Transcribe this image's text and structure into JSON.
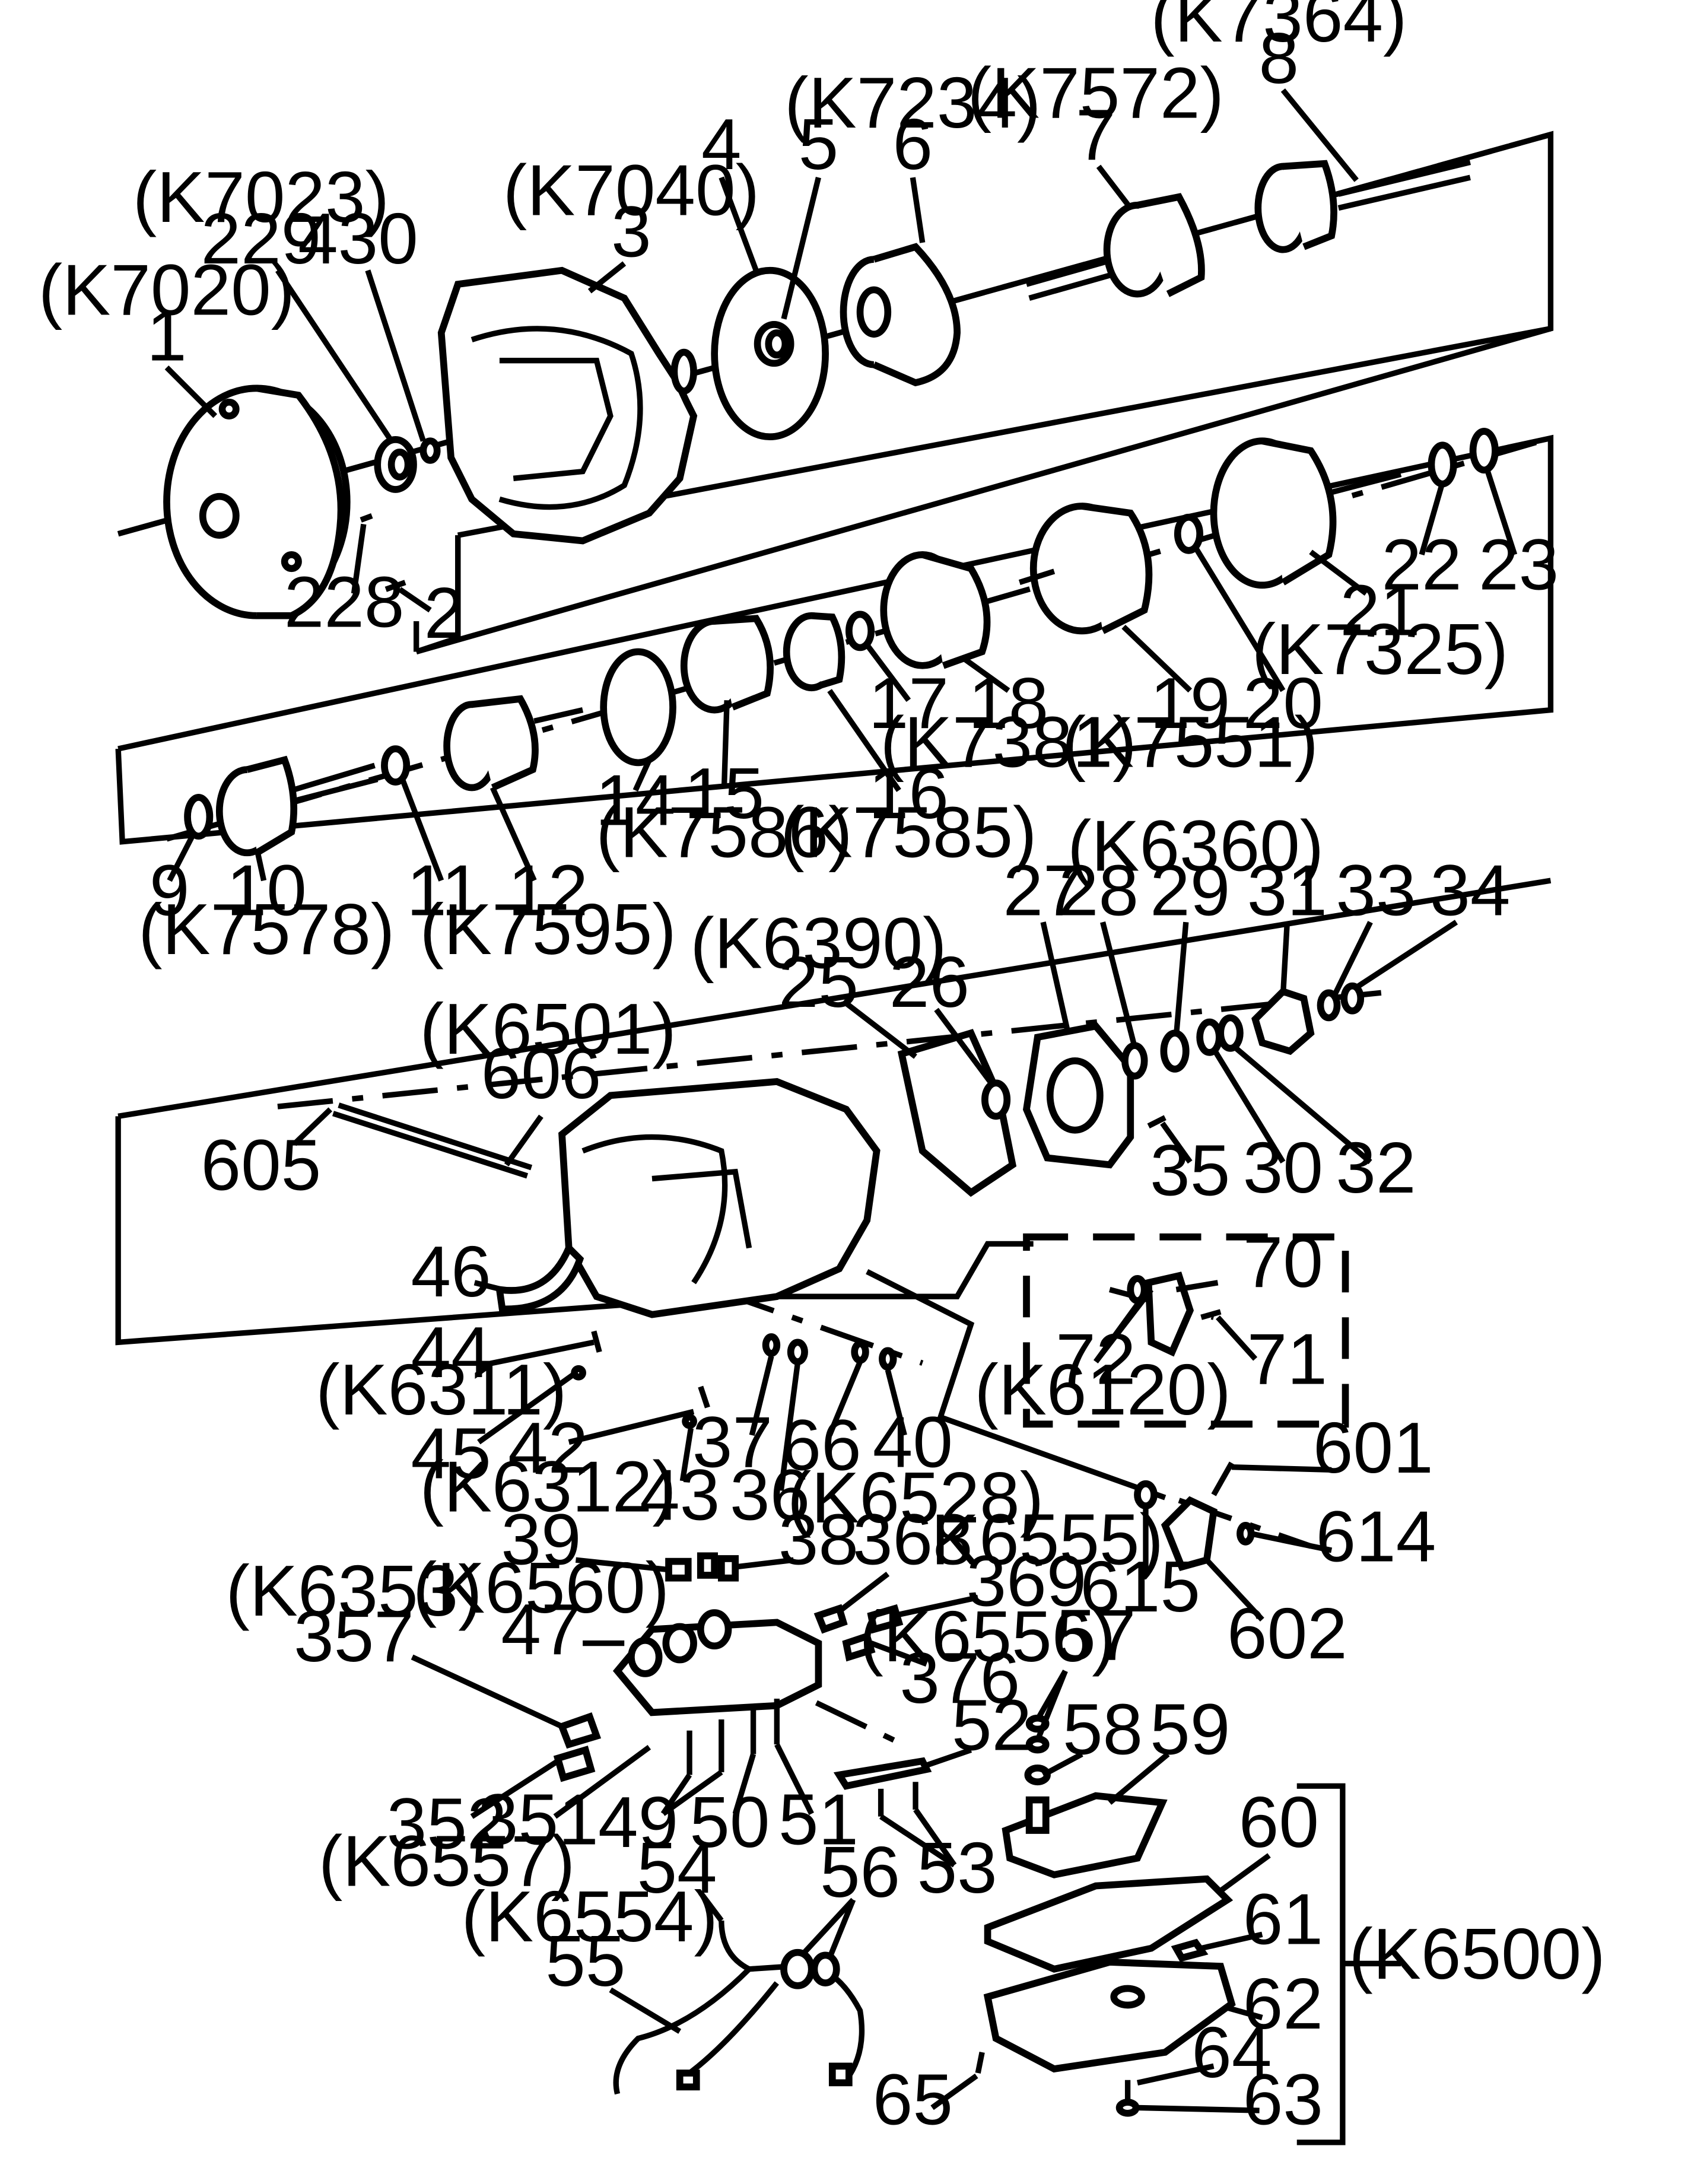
{
  "diagram": {
    "callouts": [
      {
        "id": "1",
        "code": "(K7020)"
      },
      {
        "id": "229",
        "code": "(K7023)"
      },
      {
        "id": "430",
        "code": ""
      },
      {
        "id": "3",
        "code": "(K7040)"
      },
      {
        "id": "4",
        "code": ""
      },
      {
        "id": "5",
        "code": ""
      },
      {
        "id": "6",
        "code": "(K7234)"
      },
      {
        "id": "7",
        "code": "(K7572)"
      },
      {
        "id": "8",
        "code": "(K7364)"
      },
      {
        "id": "228",
        "code": ""
      },
      {
        "id": "2",
        "code": ""
      },
      {
        "id": "9",
        "code": ""
      },
      {
        "id": "10",
        "code": "(K7578)"
      },
      {
        "id": "11",
        "code": ""
      },
      {
        "id": "12",
        "code": "(K7595)"
      },
      {
        "id": "14",
        "code": ""
      },
      {
        "id": "15",
        "code": "(K7586)"
      },
      {
        "id": "16",
        "code": "(K7585)"
      },
      {
        "id": "17",
        "code": ""
      },
      {
        "id": "18",
        "code": "(K7381)"
      },
      {
        "id": "19",
        "code": "(K7551)"
      },
      {
        "id": "20",
        "code": ""
      },
      {
        "id": "21",
        "code": "(K7325)"
      },
      {
        "id": "22",
        "code": ""
      },
      {
        "id": "23",
        "code": ""
      },
      {
        "id": "25",
        "code": "(K6390)"
      },
      {
        "id": "26",
        "code": ""
      },
      {
        "id": "27",
        "code": ""
      },
      {
        "id": "28",
        "code": ""
      },
      {
        "id": "29",
        "code": "(K6360)"
      },
      {
        "id": "31",
        "code": ""
      },
      {
        "id": "33",
        "code": ""
      },
      {
        "id": "34",
        "code": ""
      },
      {
        "id": "30",
        "code": ""
      },
      {
        "id": "32",
        "code": ""
      },
      {
        "id": "35",
        "code": ""
      },
      {
        "id": "606",
        "code": "(K6501)"
      },
      {
        "id": "605",
        "code": ""
      },
      {
        "id": "46",
        "code": ""
      },
      {
        "id": "44",
        "code": "(K6311)"
      },
      {
        "id": "45",
        "code": ""
      },
      {
        "id": "42",
        "code": "(K6312)"
      },
      {
        "id": "43",
        "code": ""
      },
      {
        "id": "37",
        "code": ""
      },
      {
        "id": "36",
        "code": ""
      },
      {
        "id": "66",
        "code": ""
      },
      {
        "id": "40",
        "code": ""
      },
      {
        "id": "70",
        "code": ""
      },
      {
        "id": "71",
        "code": ""
      },
      {
        "id": "72",
        "code": "(K6120)"
      },
      {
        "id": "601",
        "code": ""
      },
      {
        "id": "614",
        "code": ""
      },
      {
        "id": "615",
        "code": ""
      },
      {
        "id": "602",
        "code": ""
      },
      {
        "id": "39",
        "code": ""
      },
      {
        "id": "38",
        "code": ""
      },
      {
        "id": "368",
        "code": "(K6528)"
      },
      {
        "id": "369",
        "code": "K6555)"
      },
      {
        "id": "376",
        "code": "(K6556)"
      },
      {
        "id": "357",
        "code": "(K6353)"
      },
      {
        "id": "47",
        "code": "(K6560)"
      },
      {
        "id": "57",
        "code": ""
      },
      {
        "id": "58",
        "code": ""
      },
      {
        "id": "59",
        "code": ""
      },
      {
        "id": "52",
        "code": ""
      },
      {
        "id": "352",
        "code": "(K6557)"
      },
      {
        "id": "351",
        "code": ""
      },
      {
        "id": "49",
        "code": ""
      },
      {
        "id": "50",
        "code": ""
      },
      {
        "id": "51",
        "code": ""
      },
      {
        "id": "53",
        "code": ""
      },
      {
        "id": "54",
        "code": ""
      },
      {
        "id": "56",
        "code": ""
      },
      {
        "id": "55",
        "code": "(K6554)"
      },
      {
        "id": "60",
        "code": ""
      },
      {
        "id": "61",
        "code": ""
      },
      {
        "id": "62",
        "code": ""
      },
      {
        "id": "64",
        "code": ""
      },
      {
        "id": "63",
        "code": ""
      },
      {
        "id": "65",
        "code": ""
      }
    ],
    "group_label": "(K6500)"
  }
}
